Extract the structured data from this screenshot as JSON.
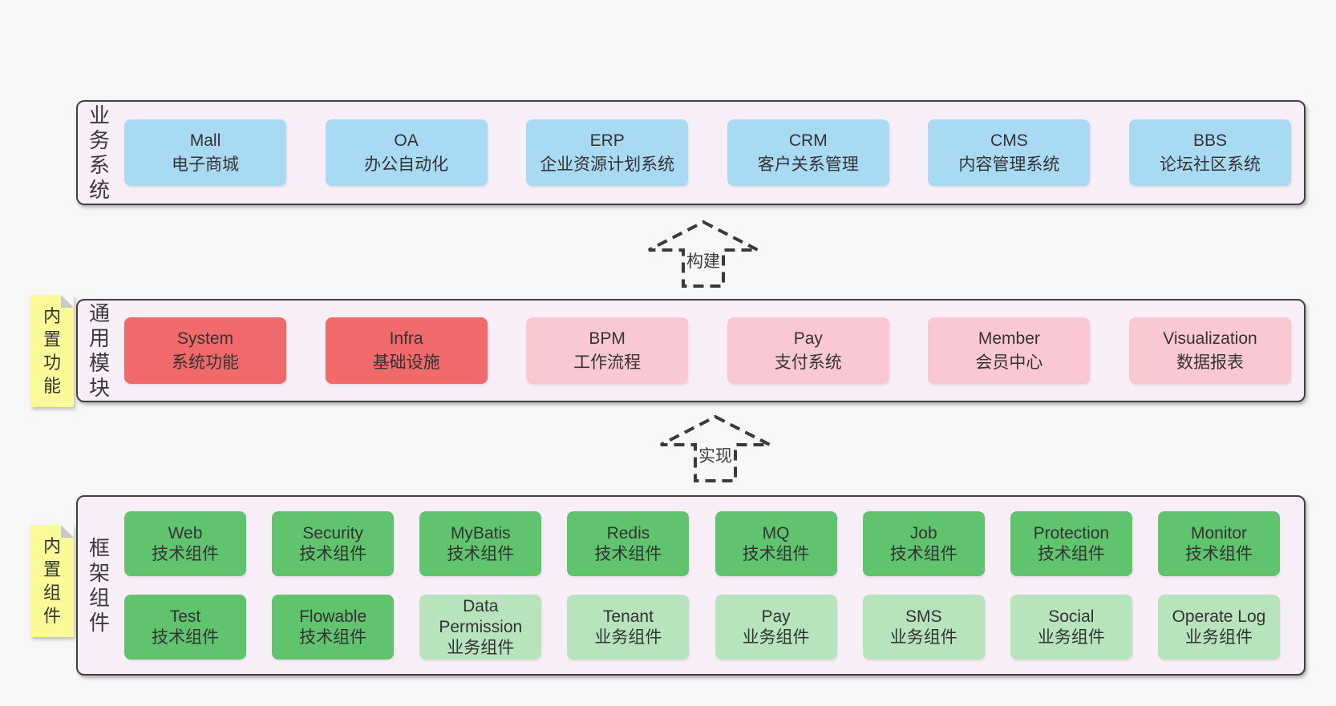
{
  "colors": {
    "canvas_background": "#f7f7f7",
    "band_background": "#f8eef7",
    "band_border": "#404040",
    "blue_box": "#a9daf3",
    "red_box": "#f06a6c",
    "pink_box": "#fac8d2",
    "green_box": "#5fc46d",
    "light_green_box": "#b7e4bc",
    "note_yellow": "#fafa98",
    "note_fold_gray": "#c9c9c9",
    "text": "#333333"
  },
  "arrows": [
    {
      "label": "构建"
    },
    {
      "label": "实现"
    }
  ],
  "bands": [
    {
      "id": "business-systems",
      "label": "业务系统",
      "boxes": [
        {
          "name": "Mall",
          "subtitle": "电子商城",
          "variant": "blue"
        },
        {
          "name": "OA",
          "subtitle": "办公自动化",
          "variant": "blue"
        },
        {
          "name": "ERP",
          "subtitle": "企业资源计划系统",
          "variant": "blue"
        },
        {
          "name": "CRM",
          "subtitle": "客户关系管理",
          "variant": "blue"
        },
        {
          "name": "CMS",
          "subtitle": "内容管理系统",
          "variant": "blue"
        },
        {
          "name": "BBS",
          "subtitle": "论坛社区系统",
          "variant": "blue"
        }
      ]
    },
    {
      "id": "common-modules",
      "label": "通用模块",
      "note": "内置功能",
      "boxes": [
        {
          "name": "System",
          "subtitle": "系统功能",
          "variant": "red"
        },
        {
          "name": "Infra",
          "subtitle": "基础设施",
          "variant": "red"
        },
        {
          "name": "BPM",
          "subtitle": "工作流程",
          "variant": "pink"
        },
        {
          "name": "Pay",
          "subtitle": "支付系统",
          "variant": "pink"
        },
        {
          "name": "Member",
          "subtitle": "会员中心",
          "variant": "pink"
        },
        {
          "name": "Visualization",
          "subtitle": "数据报表",
          "variant": "pink"
        }
      ]
    },
    {
      "id": "framework-components",
      "label": "框架组件",
      "note": "内置组件",
      "rows": [
        [
          {
            "name": "Web",
            "subtitle": "技术组件",
            "variant": "green"
          },
          {
            "name": "Security",
            "subtitle": "技术组件",
            "variant": "green"
          },
          {
            "name": "MyBatis",
            "subtitle": "技术组件",
            "variant": "green"
          },
          {
            "name": "Redis",
            "subtitle": "技术组件",
            "variant": "green"
          },
          {
            "name": "MQ",
            "subtitle": "技术组件",
            "variant": "green"
          },
          {
            "name": "Job",
            "subtitle": "技术组件",
            "variant": "green"
          },
          {
            "name": "Protection",
            "subtitle": "技术组件",
            "variant": "green"
          },
          {
            "name": "Monitor",
            "subtitle": "技术组件",
            "variant": "green"
          }
        ],
        [
          {
            "name": "Test",
            "subtitle": "技术组件",
            "variant": "green"
          },
          {
            "name": "Flowable",
            "subtitle": "技术组件",
            "variant": "green"
          },
          {
            "name": "Data Permission",
            "subtitle": "业务组件",
            "variant": "lightgreen"
          },
          {
            "name": "Tenant",
            "subtitle": "业务组件",
            "variant": "lightgreen"
          },
          {
            "name": "Pay",
            "subtitle": "业务组件",
            "variant": "lightgreen"
          },
          {
            "name": "SMS",
            "subtitle": "业务组件",
            "variant": "lightgreen"
          },
          {
            "name": "Social",
            "subtitle": "业务组件",
            "variant": "lightgreen"
          },
          {
            "name": "Operate Log",
            "subtitle": "业务组件",
            "variant": "lightgreen"
          }
        ]
      ]
    }
  ]
}
